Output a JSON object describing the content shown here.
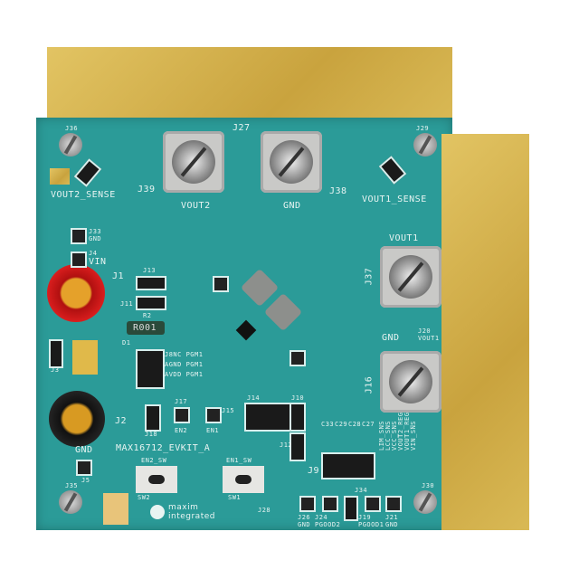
{
  "board": {
    "name": "MAX16712_EVKIT_A",
    "brand": "maxim integrated",
    "colors": {
      "pcb": "#2b9b98",
      "gold": "#d4b24b",
      "silkscreen": "#e8f4f2"
    }
  },
  "labels": {
    "j36": "J36",
    "j27": "J27",
    "j29": "J29",
    "j39": "J39",
    "j38": "J38",
    "vout2": "VOUT2",
    "gnd_top": "GND",
    "vout2_sense": "VOUT2_SENSE",
    "vout1_sense": "VOUT1_SENSE",
    "j33_gnd": "J33 GND",
    "j4": "J4",
    "vin": "VIN",
    "j1": "J1",
    "j13": "J13",
    "j11": "J11",
    "r2": "R2",
    "r001": "R001",
    "vout1": "VOUT1",
    "j37": "J37",
    "gnd_right": "GND",
    "j20_vout1": "J20 VOUT1",
    "j16": "J16",
    "j3": "J3",
    "d1": "D1",
    "pgm": [
      "J8NC PGM1",
      "AGND PGM1",
      "AVDD PGM1"
    ],
    "j2": "J2",
    "j18": "J18",
    "j17": "J17",
    "en2": "EN2",
    "j15": "J15",
    "en1": "EN1",
    "j14": "J14",
    "j10": "J10",
    "j12": "J12",
    "j9": "J9",
    "sense_labels": [
      "LIM_SNS",
      "LCC_SNS",
      "VCC_SNS",
      "VOUT2_REG",
      "VOUT1_REG",
      "VIN_SNS"
    ],
    "caps": [
      "C33",
      "C29",
      "C28",
      "C27"
    ],
    "gnd_left": "GND",
    "j5": "J5",
    "j35": "J35",
    "en2_sw": "EN2_SW",
    "en1_sw": "EN1_SW",
    "sw2": "SW2",
    "sw1": "SW1",
    "j26_gnd": "J26 GND",
    "j24_pgood2": "J24 PGOOD2",
    "j19_pgood1": "J19 PGOOD1",
    "j21_gnd": "J21 GND",
    "j28": "J28",
    "j30": "J30",
    "j34": "J34"
  }
}
